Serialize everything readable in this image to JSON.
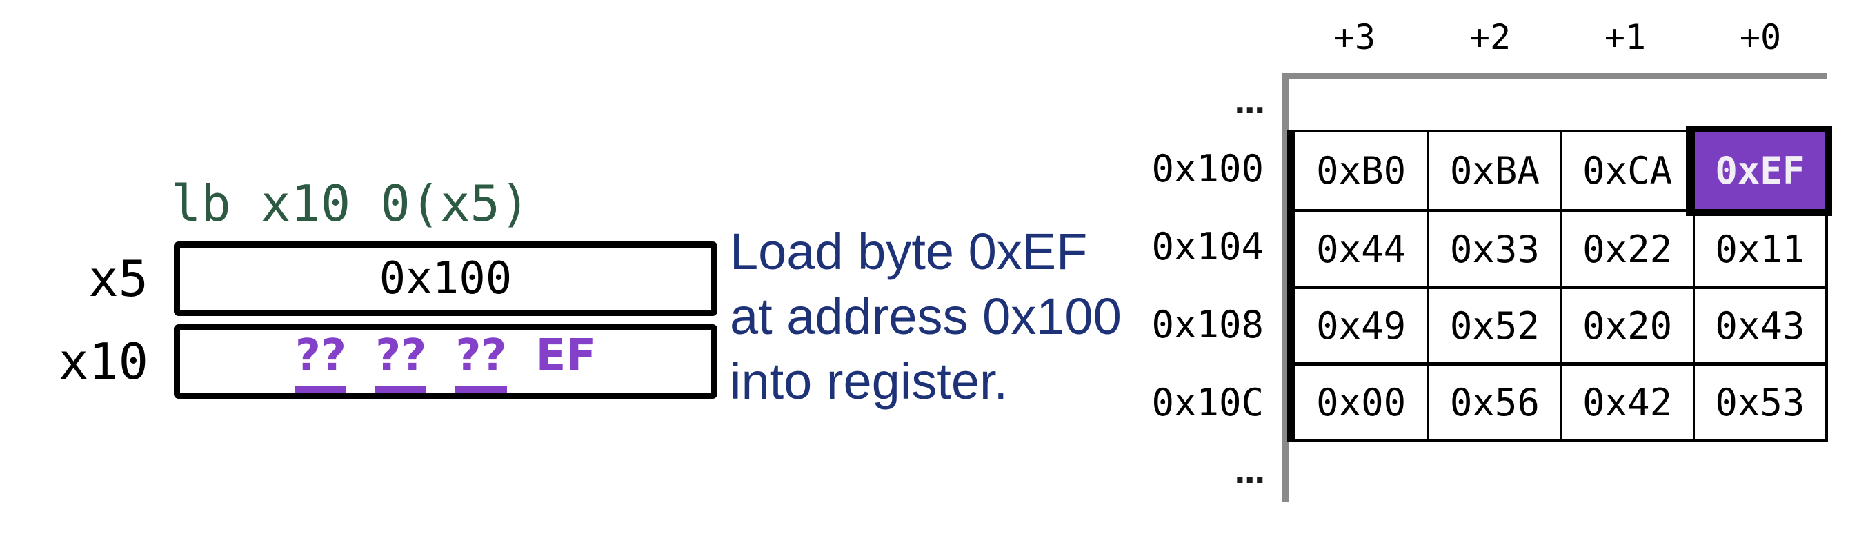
{
  "instruction": {
    "text": "lb x10 0(x5)",
    "color": "#2d5a43"
  },
  "registers": [
    {
      "name": "x5",
      "value": "0x100"
    },
    {
      "name": "x10",
      "bytes": [
        {
          "text": "??",
          "underline": true
        },
        {
          "text": "??",
          "underline": true
        },
        {
          "text": "??",
          "underline": true
        },
        {
          "text": "EF",
          "underline": false
        }
      ],
      "color": "#8440c9"
    }
  ],
  "explanation": {
    "lines": [
      "Load byte 0xEF",
      "at address 0x100",
      "into register."
    ],
    "color": "#1e3278"
  },
  "memory": {
    "column_headers": [
      "+3",
      "+2",
      "+1",
      "+0"
    ],
    "ellipsis_top": "...",
    "ellipsis_bottom": "...",
    "rows": [
      {
        "address": "0x100",
        "bytes": [
          "0xB0",
          "0xBA",
          "0xCA",
          "0xEF"
        ]
      },
      {
        "address": "0x104",
        "bytes": [
          "0x44",
          "0x33",
          "0x22",
          "0x11"
        ]
      },
      {
        "address": "0x108",
        "bytes": [
          "0x49",
          "0x52",
          "0x20",
          "0x43"
        ]
      },
      {
        "address": "0x10C",
        "bytes": [
          "0x00",
          "0x56",
          "0x42",
          "0x53"
        ]
      }
    ],
    "highlight": {
      "row": 0,
      "col": 3,
      "value": "0xEF",
      "bg_color": "#7b3ec0",
      "text_color": "#f1eef5"
    },
    "line_color": "#8a8a8a"
  }
}
